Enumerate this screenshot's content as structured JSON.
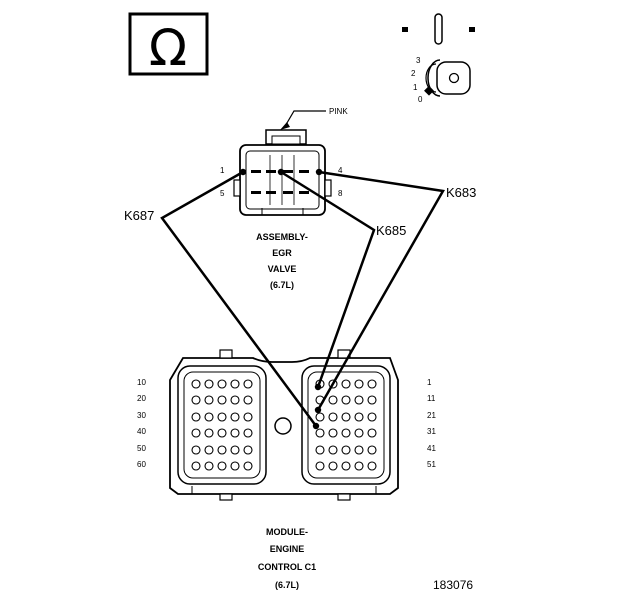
{
  "ohm_symbol": "Ω",
  "ignition": {
    "positions": [
      "3",
      "2",
      "1",
      "0"
    ]
  },
  "egr_connector": {
    "wire_color_label": "PINK",
    "pin_labels": {
      "p1": "1",
      "p4": "4",
      "p5": "5",
      "p8": "8"
    },
    "caption": [
      "ASSEMBLY-",
      "EGR",
      "VALVE",
      "(6.7L)"
    ]
  },
  "circuits": {
    "k687": "K687",
    "k685": "K685",
    "k683": "K683"
  },
  "ecm_connector": {
    "left_rows": [
      "10",
      "20",
      "30",
      "40",
      "50",
      "60"
    ],
    "right_rows": [
      "1",
      "11",
      "21",
      "31",
      "41",
      "51"
    ],
    "caption": [
      "MODULE-",
      "ENGINE",
      "CONTROL C1",
      "(6.7L)"
    ]
  },
  "figure_number": "183076"
}
